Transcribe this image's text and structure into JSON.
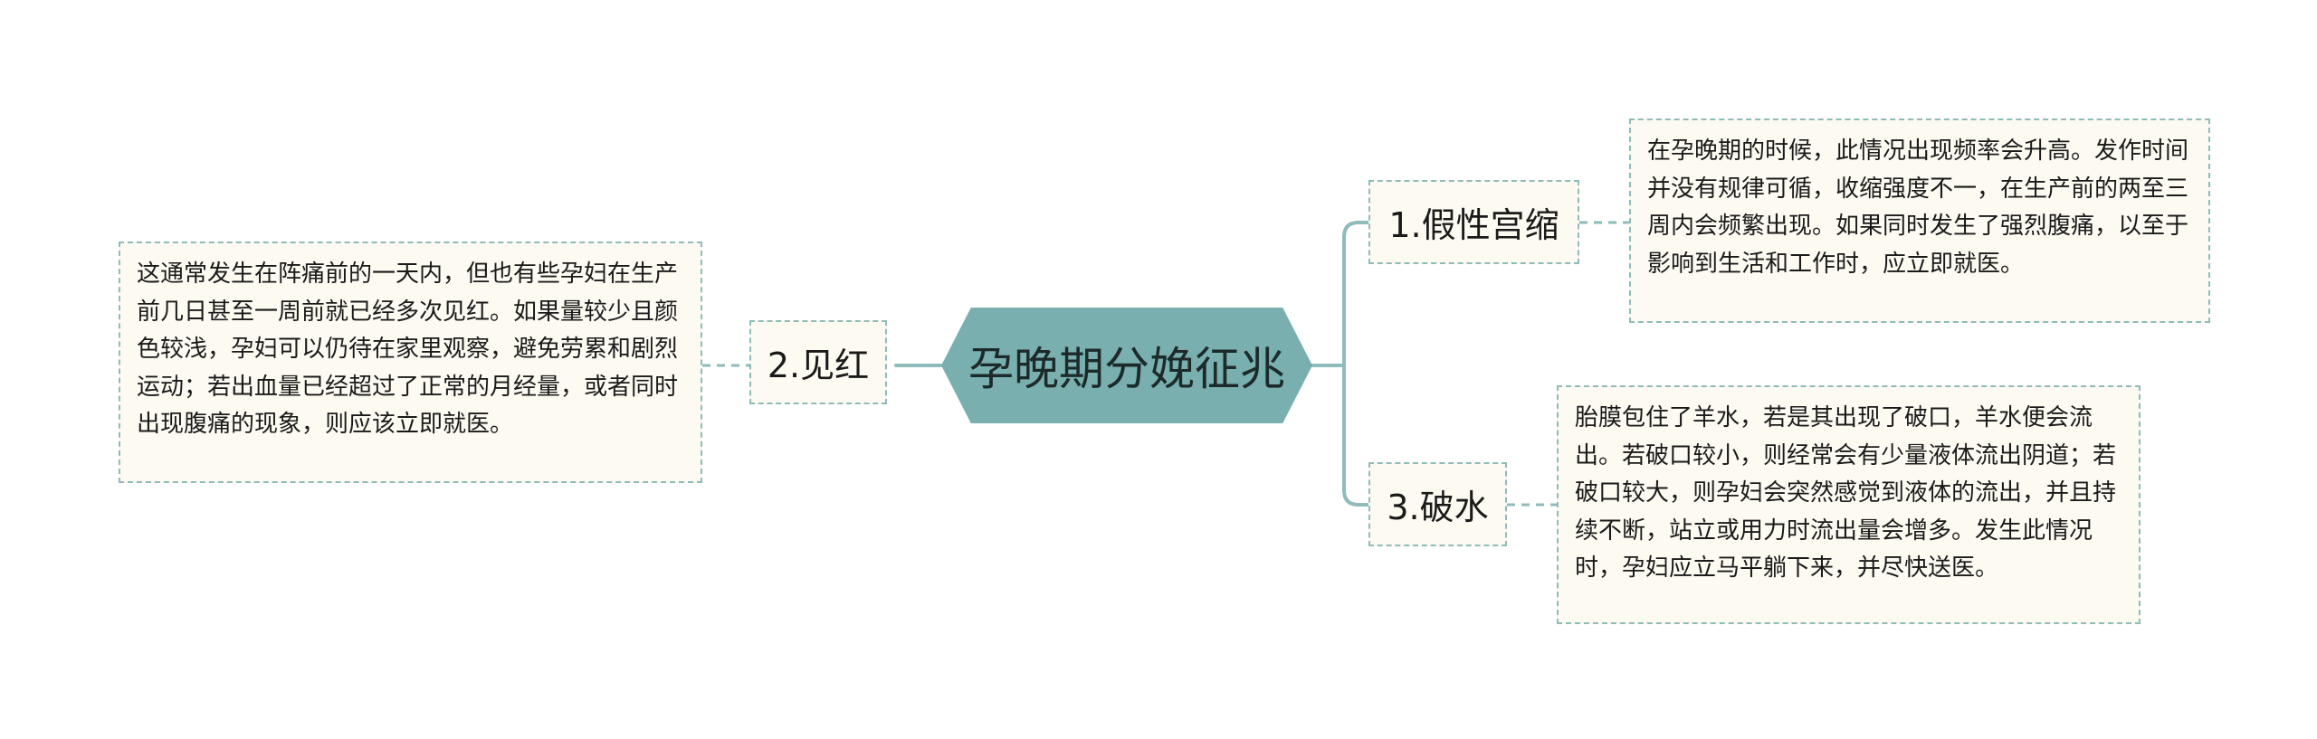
{
  "root": {
    "label": "孕晚期分娩征兆"
  },
  "branches": [
    {
      "label": "1.假性宫缩",
      "detail": "在孕晚期的时候，此情况出现频率会升高。发作时间并没有规律可循，收缩强度不一，在生产前的两至三周内会频繁出现。如果同时发生了强烈腹痛，以至于影响到生活和工作时，应立即就医。"
    },
    {
      "label": "2.见红",
      "detail": "这通常发生在阵痛前的一天内，但也有些孕妇在生产前几日甚至一周前就已经多次见红。如果量较少且颜色较浅，孕妇可以仍待在家里观察，避免劳累和剧烈运动；若出血量已经超过了正常的月经量，或者同时出现腹痛的现象，则应该立即就医。"
    },
    {
      "label": "3.破水",
      "detail": "胎膜包住了羊水，若是其出现了破口，羊水便会流出。若破口较小，则经常会有少量液体流出阴道；若破口较大，则孕妇会突然感觉到液体的流出，并且持续不断，站立或用力时流出量会增多。发生此情况时，孕妇应立马平躺下来，并尽快送医。"
    }
  ],
  "colors": {
    "root_fill": "#7aafaf",
    "node_fill": "#fdfaf2",
    "connector": "#8fbbbb"
  }
}
